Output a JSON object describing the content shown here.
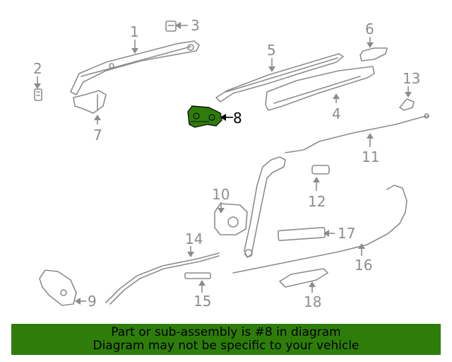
{
  "callouts": {
    "c1": "1",
    "c2": "2",
    "c3": "3",
    "c4": "4",
    "c5": "5",
    "c6": "6",
    "c7": "7",
    "c8": "8",
    "c9": "9",
    "c10": "10",
    "c11": "11",
    "c12": "12",
    "c13": "13",
    "c14": "14",
    "c15": "15",
    "c16": "16",
    "c17": "17",
    "c18": "18"
  },
  "highlight": {
    "part": "8",
    "color": "#2e7d0a"
  },
  "banner": {
    "line1": "Part or sub-assembly is #8 in diagram",
    "line2": "Diagram may not be specific to your vehicle"
  }
}
